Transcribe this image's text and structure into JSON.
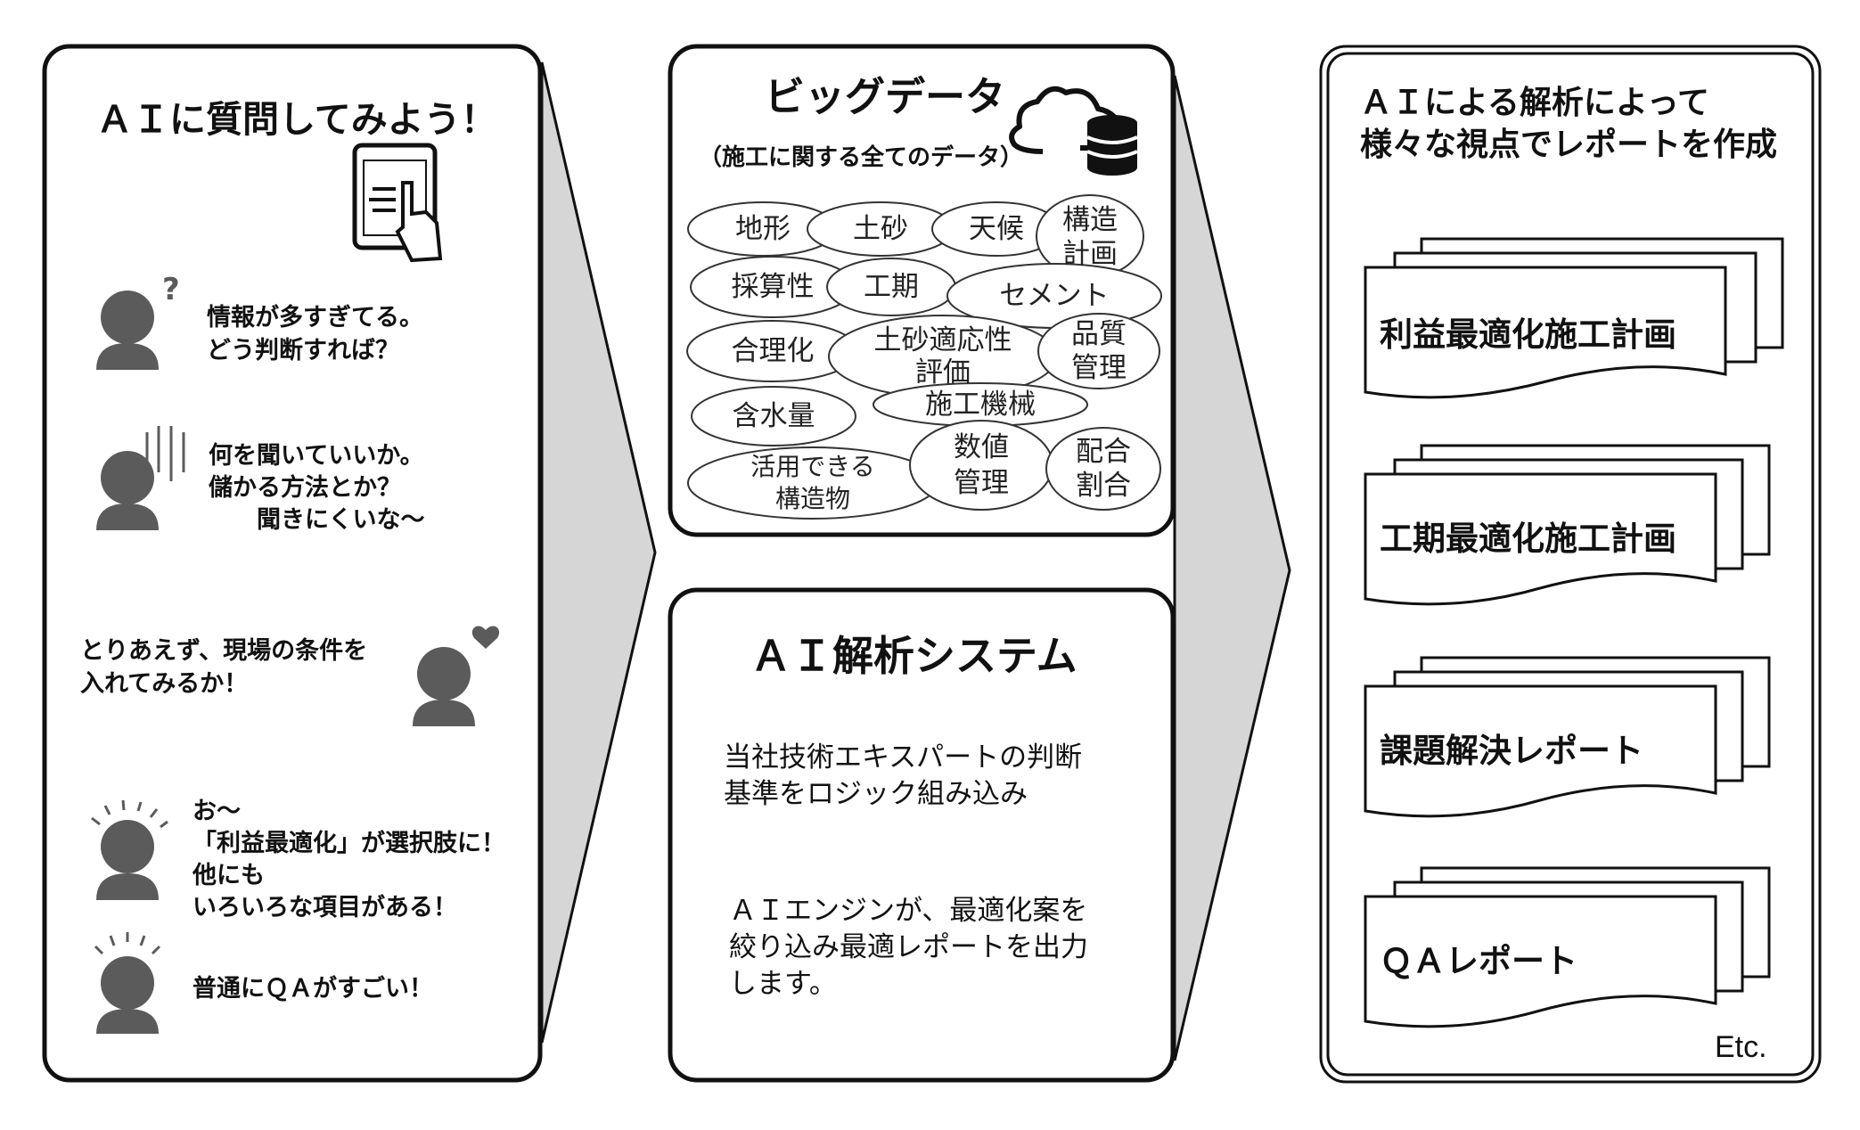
{
  "left_panel": {
    "title": "ＡＩに質問してみよう！",
    "bubbles": [
      "情報が多すぎてる。\nどう判断すれば？",
      "何を聞いていいか。\n儲かる方法とか？\n　　聞きにくいな～",
      "とりあえず、現場の条件を\n入れてみるか！",
      "お～\n「利益最適化」が選択肢に！\n他にも\nいろいろな項目がある！",
      "普通にＱＡがすごい！"
    ]
  },
  "big_data": {
    "title": "ビッグデータ",
    "subtitle": "（施工に関する全てのデータ）",
    "items": [
      "地形",
      "土砂",
      "天候",
      "構造\n計画",
      "採算性",
      "工期",
      "セメント",
      "合理化",
      "土砂適応性\n評価",
      "品質\n管理",
      "含水量",
      "施工機械",
      "活用できる\n構造物",
      "数値\n管理",
      "配合\n割合"
    ]
  },
  "ai_system": {
    "title": "ＡＩ解析システム",
    "desc1": "当社技術エキスパートの判断\n基準をロジック組み込み",
    "desc2": "ＡＩエンジンが、最適化案を\n絞り込み最適レポートを出力\nします。"
  },
  "right_panel": {
    "title": "ＡＩによる解析によって\n様々な視点でレポートを作成",
    "reports": [
      "利益最適化施工計画",
      "工期最適化施工計画",
      "課題解決レポート",
      "ＱＡレポート"
    ],
    "etc": "Etc."
  }
}
